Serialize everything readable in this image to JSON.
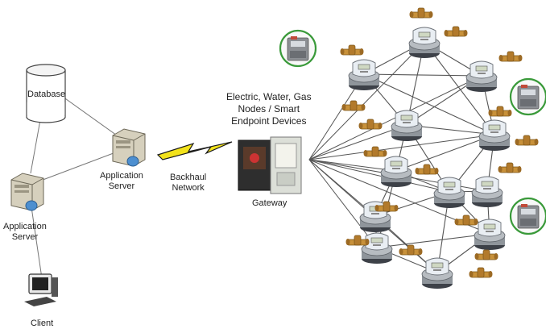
{
  "labels": {
    "database": "Database",
    "app_server_top_line1": "Application",
    "app_server_top_line2": "Server",
    "app_server_left_line1": "Application",
    "app_server_left_line2": "Server",
    "backhaul_line1": "Backhaul",
    "backhaul_line2": "Network",
    "gateway": "Gateway",
    "client": "Client",
    "nodes_line1": "Electric, Water, Gas",
    "nodes_line2": "Nodes / Smart",
    "nodes_line3": "Endpoint Devices"
  },
  "colors": {
    "line": "#555555",
    "lightning": "#f2e21b",
    "meter_glass": "#e9eef3",
    "meter_body": "#8f959b",
    "valve": "#c8913a",
    "gas_meter_ring": "#3a9a3a",
    "server": "#d6d0bd"
  },
  "icons": {
    "database": "database-cylinder-icon",
    "server": "server-tower-icon",
    "client": "computer-workstation-icon",
    "gateway": "gateway-cabinet-icon",
    "backhaul": "lightning-bolt-icon",
    "meter": "electric-meter-icon",
    "water": "water-valve-icon",
    "gas": "gas-meter-icon"
  }
}
